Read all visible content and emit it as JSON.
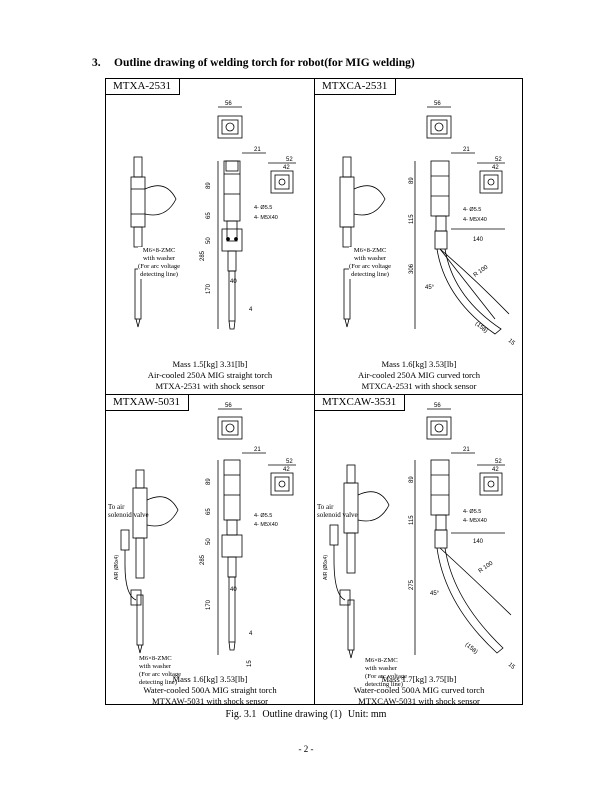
{
  "section": {
    "number": "3.",
    "title": "Outline drawing of welding torch for robot(for MIG welding)"
  },
  "panels": [
    {
      "model": "MTXA-2531",
      "note": [
        "M6×8-ZMC",
        "with washer",
        "(For arc voltage",
        "detecting line)"
      ],
      "caption": [
        "Mass    1.5[kg] 3.31[lb]",
        "Air-cooled 250A MIG straight torch",
        "MTXA-2531 with shock sensor"
      ],
      "dims": {
        "d56": "56",
        "d21": "21",
        "d52": "52",
        "d42": "42",
        "d89": "89",
        "d65": "65",
        "d40": "40",
        "d50": "50",
        "d285": "285",
        "d170": "170",
        "d4": "4",
        "holes1": "4- Ø5.5",
        "holes2": "4- M5X40"
      }
    },
    {
      "model": "MTXCA-2531",
      "note": [
        "M6×8-ZMC",
        "with washer",
        "(For arc voltage",
        "detecting line)"
      ],
      "caption": [
        "Mass    1.6[kg] 3.53[lb]",
        "Air-cooled 250A MIG curved torch",
        "MTXCA-2531 with shock sensor"
      ],
      "dims": {
        "d56": "56",
        "d21": "21",
        "d52": "52",
        "d42": "42",
        "d89": "89",
        "d115": "115",
        "d306": "306",
        "d140": "140",
        "r100": "R 100",
        "a45": "45°",
        "d158": "(158)",
        "d15": "15",
        "holes1": "4- Ø5.5",
        "holes2": "4- M5X40"
      }
    },
    {
      "model": "MTXAW-5031",
      "air": [
        "To air",
        "solenoid valve"
      ],
      "note": [
        "M6×8-ZMC",
        "with washer",
        "(For arc voltage",
        "detecting line)"
      ],
      "caption": [
        "Mass    1.6[kg] 3.53[lb]",
        "Water-cooled 500A MIG straight torch",
        "MTXAW-5031 with shock sensor"
      ],
      "dims": {
        "d56": "56",
        "d21": "21",
        "d52": "52",
        "d42": "42",
        "d89": "89",
        "d65": "65",
        "d40": "40",
        "d50": "50",
        "d285": "285",
        "d170": "170",
        "d15": "15",
        "d4": "4",
        "air": "AIR (Ø6x4)",
        "holes1": "4- Ø5.5",
        "holes2": "4- M5X40"
      }
    },
    {
      "model": "MTXCAW-3531",
      "air": [
        "To air",
        "solenoid valve"
      ],
      "note": [
        "M6×8-ZMC",
        "with washer",
        "(For arc voltage",
        "detecting line)"
      ],
      "caption": [
        "Mass    1.7[kg] 3.75[lb]",
        "Water-cooled 500A MIG curved torch",
        "MTXCAW-5031 with shock sensor"
      ],
      "dims": {
        "d56": "56",
        "d21": "21",
        "d52": "52",
        "d42": "42",
        "d89": "89",
        "d115": "115",
        "d275": "275",
        "d140": "140",
        "r100": "R 100",
        "a45": "45°",
        "d158": "(158)",
        "d15": "15",
        "air": "AIR (Ø6x4)",
        "holes1": "4- Ø5.5",
        "holes2": "4- M5X40"
      }
    }
  ],
  "figure": {
    "label": "Fig. 3.1",
    "title": "Outline drawing (1)",
    "unit": "Unit: mm"
  },
  "page": "- 2 -"
}
